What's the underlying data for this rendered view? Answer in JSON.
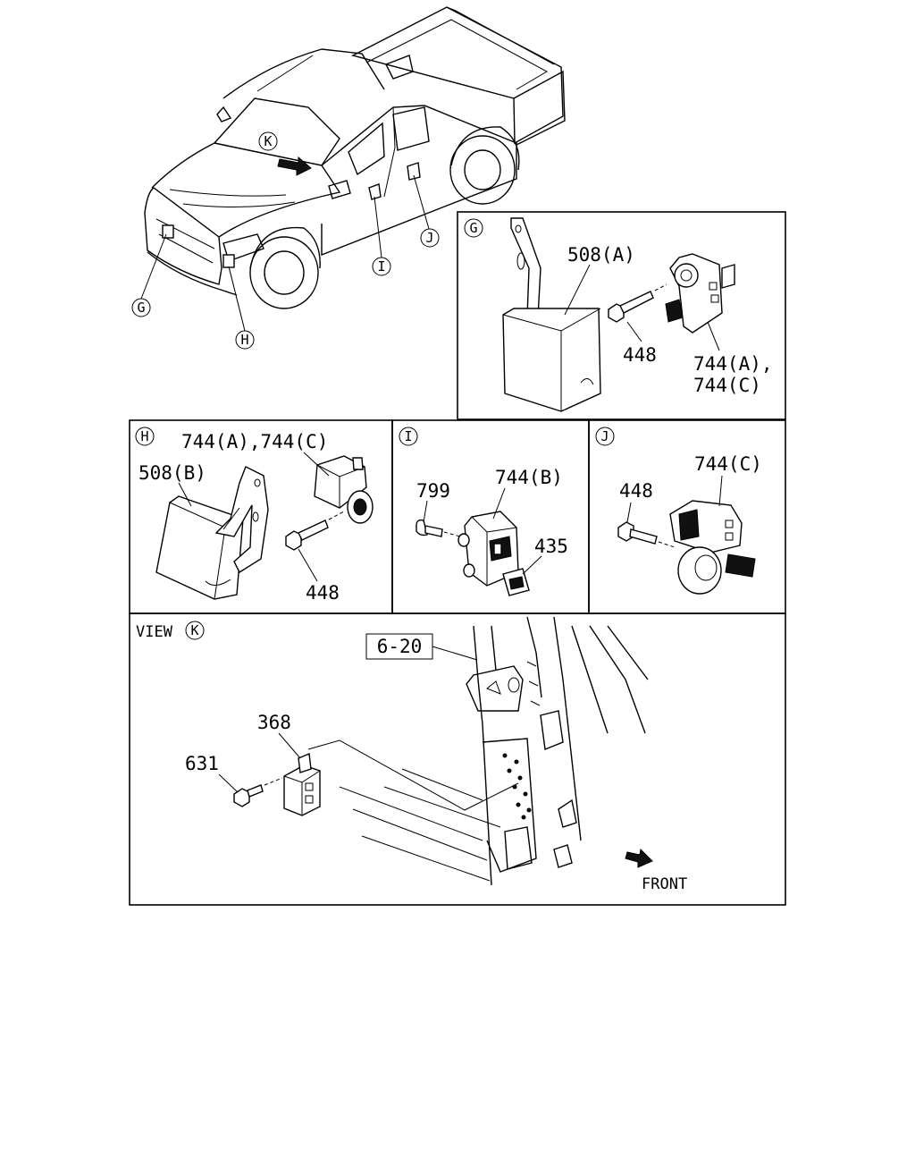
{
  "views": {
    "overview": {
      "callouts": [
        "K",
        "G",
        "H",
        "I",
        "J"
      ]
    },
    "G": {
      "letter": "G",
      "labels": [
        "508(A)",
        "448",
        "744(A),",
        "744(C)"
      ]
    },
    "H": {
      "letter": "H",
      "labels": [
        "744(A),744(C)",
        "508(B)",
        "448"
      ]
    },
    "I": {
      "letter": "I",
      "labels": [
        "744(B)",
        "799",
        "435"
      ]
    },
    "J": {
      "letter": "J",
      "labels": [
        "744(C)",
        "448"
      ]
    },
    "K": {
      "view_prefix": "VIEW",
      "letter": "K",
      "ref": "6-20",
      "labels": [
        "368",
        "631"
      ],
      "front": "FRONT"
    }
  },
  "icons": [
    "front-direction-arrow-icon",
    "view-direction-arrow-icon"
  ]
}
